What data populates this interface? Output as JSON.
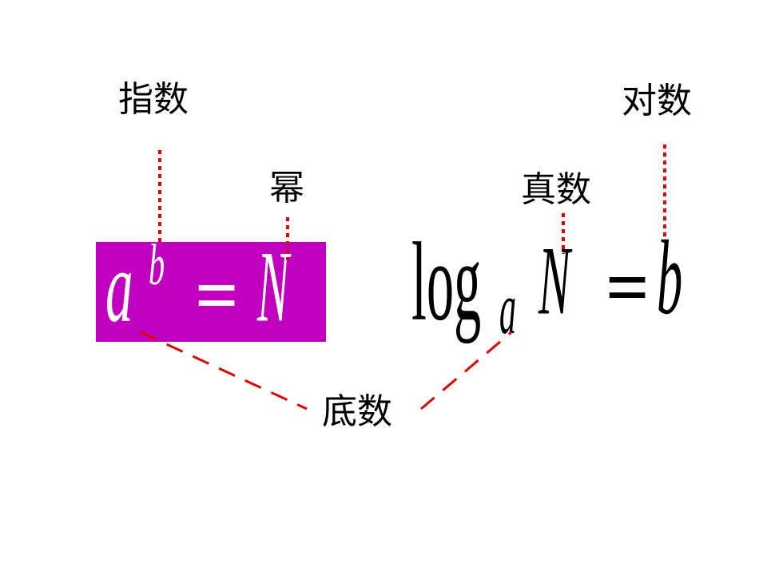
{
  "labels": {
    "exponent": "指数",
    "logarithm": "对数",
    "power": "幂",
    "antilogarithm": "真数",
    "base": "底数"
  },
  "exponential_form": {
    "base": "a",
    "exponent": "b",
    "equals": "=",
    "power": "N"
  },
  "logarithmic_form": {
    "log": "log",
    "base": "a",
    "antilogarithm": "N",
    "equals": "=",
    "logarithm": "b"
  },
  "colors": {
    "highlight_box": "#bf00bf",
    "connector": "#e00000",
    "text": "#000000",
    "highlight_text": "#ffffff"
  }
}
